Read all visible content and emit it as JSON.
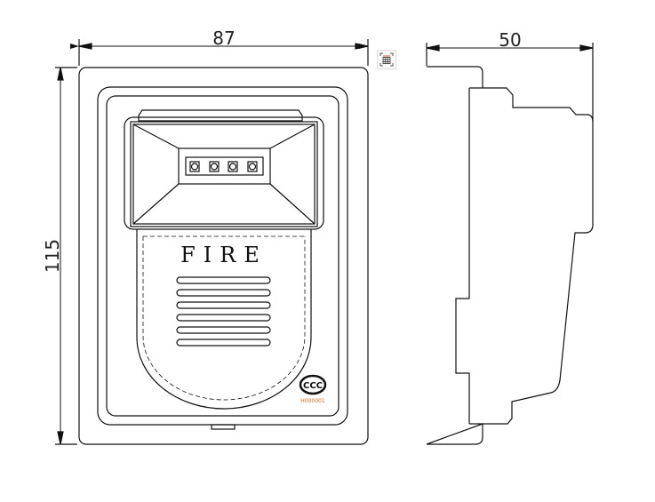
{
  "dimensions": {
    "width": "87",
    "height": "115",
    "depth": "50"
  },
  "front_label": "FIRE",
  "certification_code": "H000001",
  "toolbar": {
    "fit_icon": "fit-screen-icon"
  },
  "colors": {
    "line": "#111111",
    "cert_code": "#d46a1a",
    "icon_accent": "#e05050"
  }
}
